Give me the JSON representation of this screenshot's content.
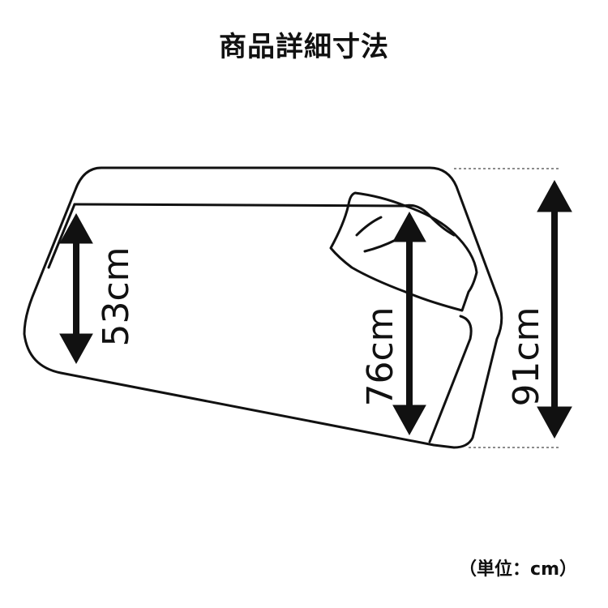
{
  "title": "商品詳細寸法",
  "dimensions": {
    "seat_height": "53cm",
    "arm_height": "76cm",
    "back_height": "91cm"
  },
  "unit_note": "（単位：cm）",
  "colors": {
    "line": "#111111",
    "dotted_guide": "#666666",
    "background": "#ffffff"
  }
}
